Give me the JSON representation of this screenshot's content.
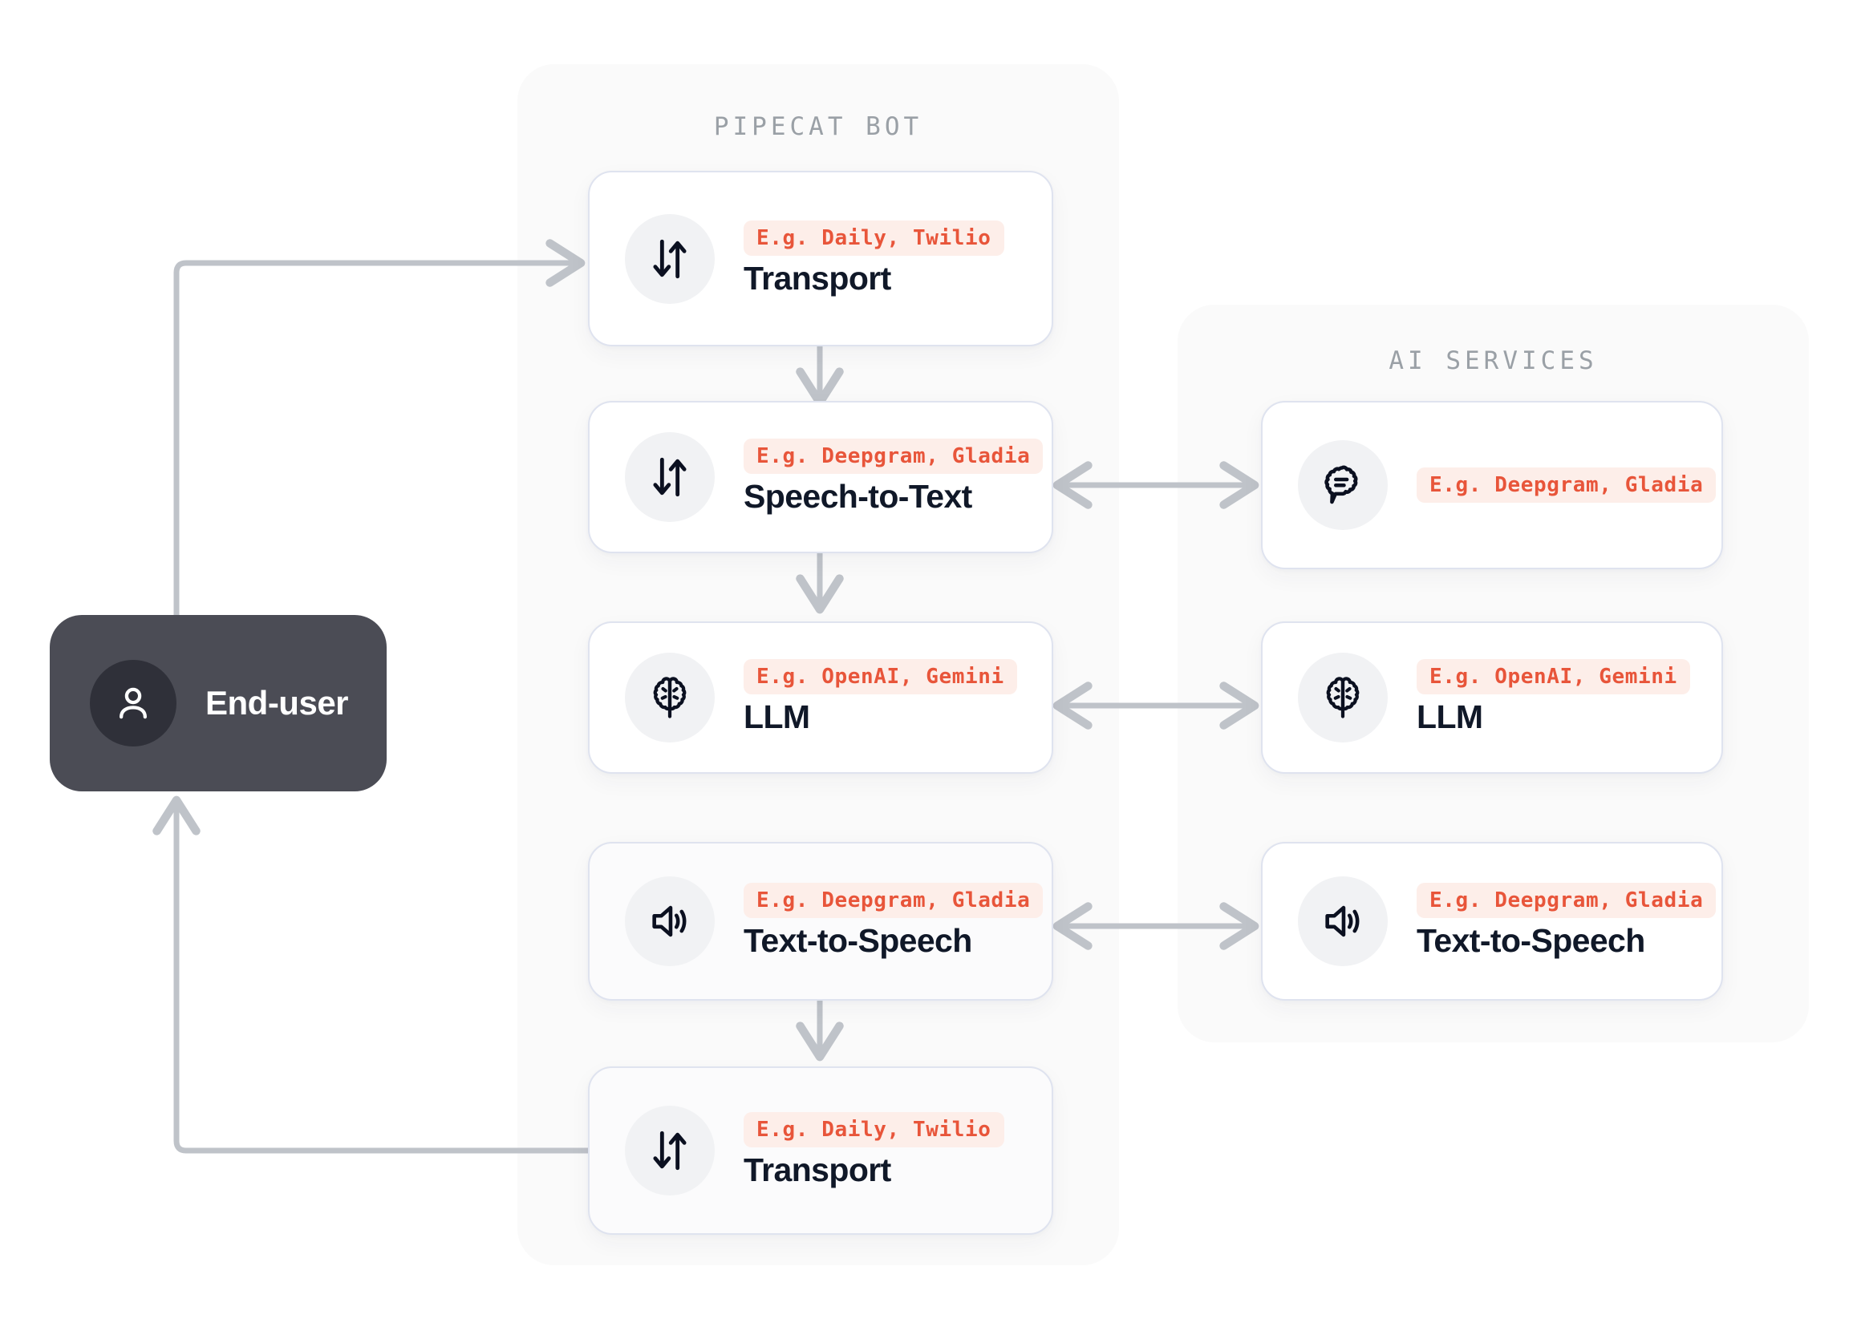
{
  "colors": {
    "badge_bg": "#fdeee9",
    "badge_text": "#e8553a",
    "panel_bg": "#fafafa",
    "card_bg": "#ffffff",
    "card_border": "#dfe3ef",
    "icon_circle_bg": "#f1f2f4",
    "title_text": "#101828",
    "panel_title_text": "#9aa0a6",
    "end_user_bg": "#4b4c55",
    "end_user_icon_bg": "#2f3039",
    "end_user_text": "#ffffff",
    "connector": "#bfc3c9"
  },
  "end_user": {
    "label": "End-user",
    "icon": "person-icon"
  },
  "pipecat_panel": {
    "title": "PIPECAT BOT",
    "cards": [
      {
        "badge": "E.g. Daily, Twilio",
        "title": "Transport",
        "icon": "arrows-up-down-icon"
      },
      {
        "badge": "E.g. Deepgram, Gladia",
        "title": "Speech-to-Text",
        "icon": "arrows-up-down-icon"
      },
      {
        "badge": "E.g. OpenAI, Gemini",
        "title": "LLM",
        "icon": "brain-icon"
      },
      {
        "badge": "E.g. Deepgram, Gladia",
        "title": "Text-to-Speech",
        "icon": "speaker-icon"
      },
      {
        "badge": "E.g. Daily, Twilio",
        "title": "Transport",
        "icon": "arrows-up-down-icon"
      }
    ]
  },
  "ai_panel": {
    "title": "AI SERVICES",
    "cards": [
      {
        "badge": "E.g. Deepgram, Gladia",
        "title": "",
        "icon": "speech-bubble-icon"
      },
      {
        "badge": "E.g. OpenAI, Gemini",
        "title": "LLM",
        "icon": "brain-icon"
      },
      {
        "badge": "E.g. Deepgram, Gladia",
        "title": "Text-to-Speech",
        "icon": "speaker-icon"
      }
    ]
  },
  "connections": {
    "end_user_to_transport_in": "arrow",
    "transport_out_to_end_user": "arrow",
    "stt_to_ai_stt": "bidirectional-arrow",
    "llm_to_ai_llm": "bidirectional-arrow",
    "tts_to_ai_tts": "bidirectional-arrow",
    "pipeline_flow": "downward-arrow"
  }
}
